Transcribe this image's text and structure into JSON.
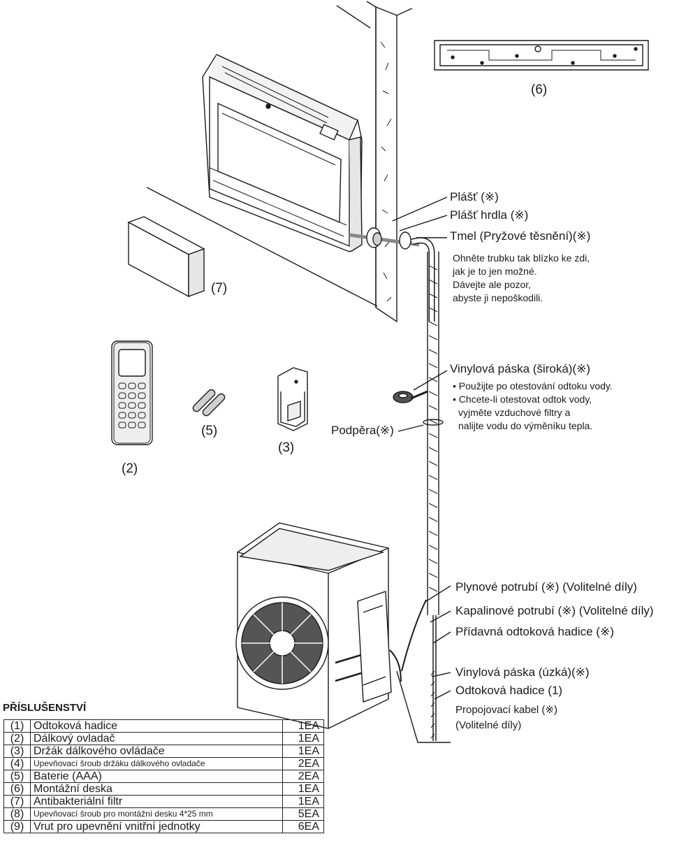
{
  "colors": {
    "line": "#1a1a1a",
    "fill": "#ffffff",
    "shade": "#cfcfcf",
    "dark": "#555555"
  },
  "part_numbers": {
    "p6": "(6)",
    "p7": "(7)",
    "p2": "(2)",
    "p5": "(5)",
    "p3": "(3)"
  },
  "labels": {
    "plast": "Plášť (※)",
    "plast_hrdla": "Plášť hrdla (※)",
    "tmel": "Tmel (Pryžové těsnění)(※)",
    "note_bend": [
      "Ohněte trubku tak blízko ke zdi,",
      "jak je to jen možné.",
      "Dávejte ale pozor,",
      "abyste ji nepoškodili."
    ],
    "vinyl_wide": "Vinylová páska (široká)(※)",
    "vinyl_notes": [
      "• Použijte po otestování odtoku vody.",
      "• Chcete-li otestovat odtok vody,",
      "vyjměte vzduchové filtry a",
      "nalijte vodu do výměníku tepla."
    ],
    "podpera": "Podpěra(※)",
    "gas_pipe": "Plynové potrubí (※) (Volitelné díly)",
    "liquid_pipe": "Kapalinové potrubí (※) (Volitelné díly)",
    "extra_drain": "Přídavná odtoková hadice (※)",
    "vinyl_narrow": "Vinylová páska (úzká)(※)",
    "drain_hose": "Odtoková hadice (1)",
    "cable": "Propojovací kabel (※)",
    "cable_optional": "(Volitelné díly)"
  },
  "accessories": {
    "title": "PŘÍSLUŠENSTVÍ",
    "rows": [
      {
        "no": "(1)",
        "name": "Odtoková hadice",
        "qty": "1EA"
      },
      {
        "no": "(2)",
        "name": "Dálkový ovladač",
        "qty": "1EA"
      },
      {
        "no": "(3)",
        "name": "Držák dálkového ovládače",
        "qty": "1EA"
      },
      {
        "no": "(4)",
        "name": "Upevňovací šroub držáku dálkového ovladače",
        "qty": "2EA"
      },
      {
        "no": "(5)",
        "name": "Baterie (AAA)",
        "qty": "2EA"
      },
      {
        "no": "(6)",
        "name": "Montážní deska",
        "qty": "1EA"
      },
      {
        "no": "(7)",
        "name": "Antibakteriální filtr",
        "qty": "1EA"
      },
      {
        "no": "(8)",
        "name": "Upevňovací šroub pro montážní desku 4*25 mm",
        "qty": "5EA"
      },
      {
        "no": "(9)",
        "name": "Vrut pro upevnění vnitřní jednotky",
        "qty": "6EA"
      }
    ]
  }
}
